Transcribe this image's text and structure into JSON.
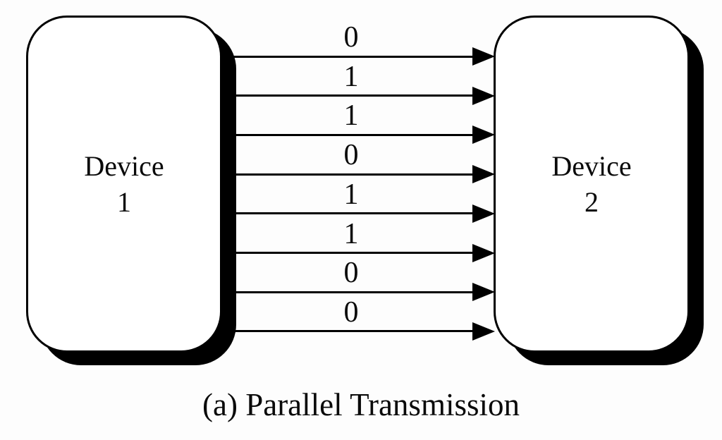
{
  "diagram": {
    "type": "parallel-transmission-diagram",
    "caption": "(a) Parallel Transmission",
    "devices": [
      {
        "line1": "Device",
        "line2": "1"
      },
      {
        "line1": "Device",
        "line2": "2"
      }
    ],
    "bits": [
      "0",
      "1",
      "1",
      "0",
      "1",
      "1",
      "0",
      "0"
    ],
    "arrow_direction": "left-to-right",
    "colors": {
      "ink": "#000000",
      "box_fill": "#ffffff",
      "background": "#fdfdfd"
    }
  }
}
